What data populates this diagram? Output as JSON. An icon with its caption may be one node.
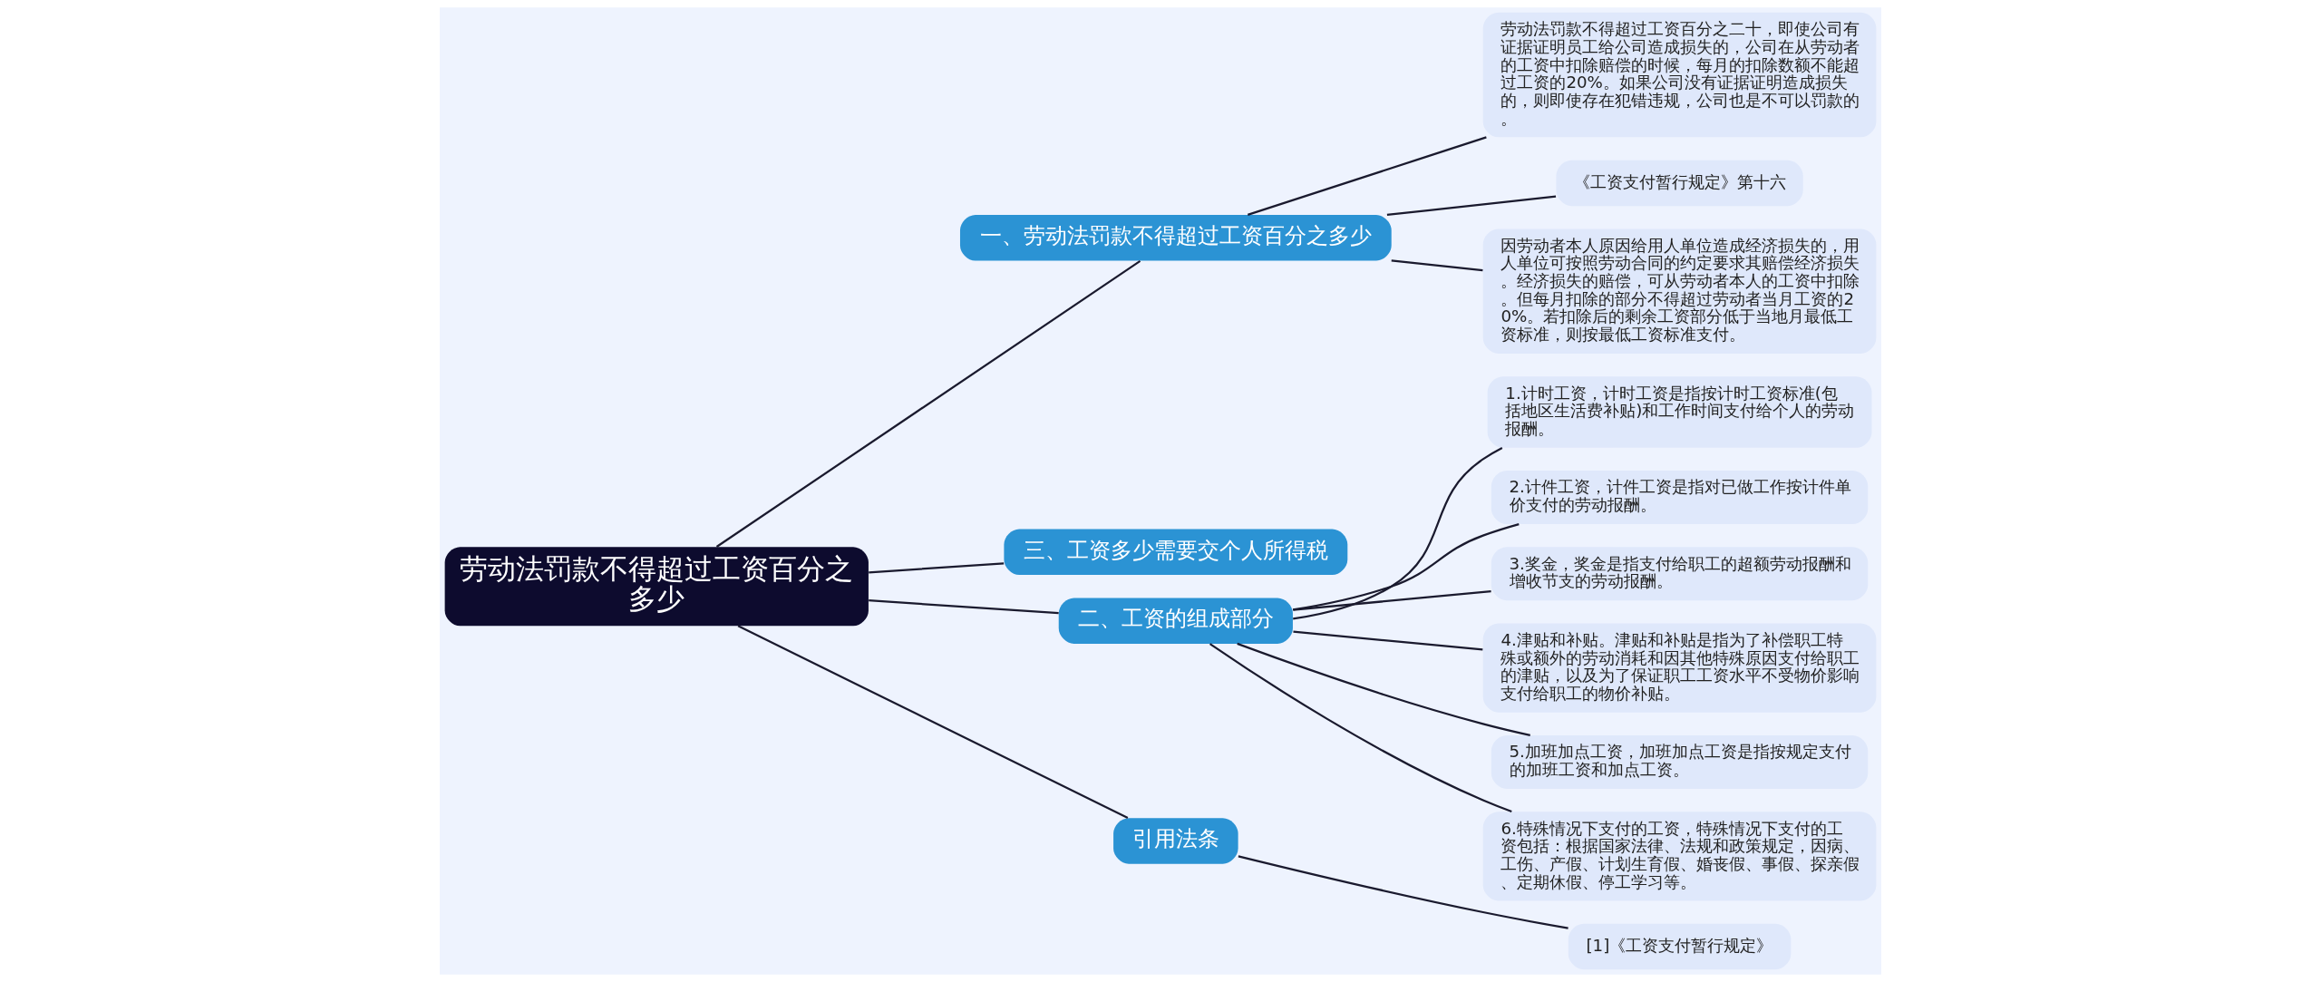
{
  "diagram": {
    "nodes": [
      {
        "text": [
          "劳动法罚款不得超过工资百分之多少"
        ]
      },
      {
        "text": [
          "一、劳动法罚款不得超过工资百分之多少"
        ]
      },
      {
        "text": [
          "劳动法罚款不得超过工资百分之二十，即使公司有证据证明员工给公司造成损失的，公司在从劳动者的工资中扣除赔偿的时候，每月的扣除数额不能超过工资的20%。如果公司没有证据证明造成损失的，则即使存在犯错违规，公司也是不可以罚款的。"
        ]
      },
      {
        "text": [
          "《工资支付暂行规定》第十六"
        ]
      },
      {
        "text": [
          "因劳动者本人原因给用人单位造成经济损失的，用人单位可按照劳动合同的约定要求其赔偿经济损失。经济损失的赔偿，可从劳动者本人的工资中扣除。但每月扣除的部分不得超过劳动者当月工资的20%。若扣除后的剩余工资部分低于当地月最低工资标准，则按最低工资标准支付。"
        ]
      },
      {
        "text": [
          "三、工资多少需要交个人所得税"
        ]
      },
      {
        "text": [
          "二、工资的组成部分"
        ]
      },
      {
        "text": [
          "1.计时工资，计时工资是指按计时工资标准(包括地区生活费补贴)和工作时间支付给个人的劳动报酬。"
        ]
      },
      {
        "text": [
          "2.计件工资，计件工资是指对已做工作按计件单价支付的劳动报酬。"
        ]
      },
      {
        "text": [
          "3.奖金，奖金是指支付给职工的超额劳动报酬和增收节支的劳动报酬。"
        ]
      },
      {
        "text": [
          "4.津贴和补贴。津贴和补贴是指为了补偿职工特殊或额外的劳动消耗和因其他特殊原因支付给职工的津贴，以及为了保证职工工资水平不受物价影响支付给职工的物价补贴。"
        ]
      },
      {
        "text": [
          "5.加班加点工资，加班加点工资是指按规定支付的加班工资和加点工资。"
        ]
      },
      {
        "text": [
          "6.特殊情况下支付的工资，特殊情况下支付的工资包括：根据国家法律、法规和政策规定，因病、工伤、产假、计划生育假、婚丧假、事假、探亲假、定期休假、停工学习等。"
        ]
      },
      {
        "text": [
          "引用法条"
        ]
      },
      {
        "text": [
          "[1]《工资支付暂行规定》"
        ]
      }
    ],
    "edges": [
      {
        "from": 0,
        "to": 1,
        "arrow": "none"
      },
      {
        "from": 1,
        "to": 2,
        "arrow": "none"
      },
      {
        "from": 1,
        "to": 3,
        "arrow": "none"
      },
      {
        "from": 1,
        "to": 4,
        "arrow": "none"
      },
      {
        "from": 0,
        "to": 5,
        "arrow": "none"
      },
      {
        "from": 0,
        "to": 6,
        "arrow": "none"
      },
      {
        "from": 6,
        "to": 7,
        "arrow": "none"
      },
      {
        "from": 6,
        "to": 8,
        "arrow": "none"
      },
      {
        "from": 6,
        "to": 9,
        "arrow": "none"
      },
      {
        "from": 6,
        "to": 10,
        "arrow": "none"
      },
      {
        "from": 6,
        "to": 11,
        "arrow": "none"
      },
      {
        "from": 6,
        "to": 12,
        "arrow": "none"
      },
      {
        "from": 0,
        "to": 13,
        "arrow": "none"
      },
      {
        "from": 13,
        "to": 14,
        "arrow": "none"
      }
    ]
  }
}
